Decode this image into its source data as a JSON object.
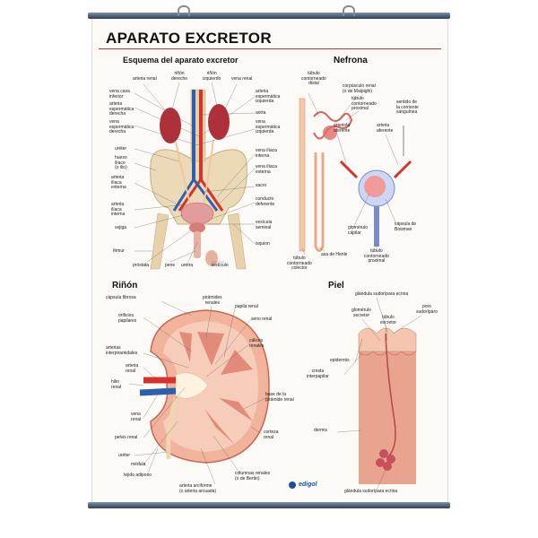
{
  "title": "APARATO EXCRETOR",
  "sections": {
    "esquema": {
      "heading": "Esquema del aparato excretor",
      "labels": {
        "arteria_renal": "arteria renal",
        "rinon_derecho": "riñón\nderecho",
        "rinon_izquierdo": "riñón\nizquierdo",
        "vena_renal": "vena renal",
        "vena_cava": "vena cava\ninferior",
        "arteria_esp_der": "arteria\nespermática\nderecha",
        "vena_esp_der": "vena\nespermática\nderecha",
        "arteria_esp_izq": "arteria\nespermática\nizquierda",
        "aorta": "aorta",
        "vena_esp_izq": "vena\nespermática\nizquierda",
        "ureter": "uréter",
        "hueso_iliaco": "hueso\nilíaco\n(o ilio)",
        "vena_iliaca_interna": "vena ilíaca\ninterna",
        "vena_iliaca_externa": "vena ilíaca\nexterna",
        "arteria_iliaca_externa": "arteria\nilíaca\nexterna",
        "sacro": "sacro",
        "arteria_iliaca_interna": "arteria\nilíaca\ninterna",
        "conducto_deferente": "conducto\ndeferente",
        "vejiga": "vejiga",
        "vesicula_seminal": "vesícula\nseminal",
        "femur": "fémur",
        "isquion": "isquion",
        "prostata": "próstata",
        "pene": "pene",
        "uretra": "uretra",
        "testiculo": "testículo"
      }
    },
    "nefrona": {
      "heading": "Nefrona",
      "labels": {
        "tubulo_distal": "túbulo\ncontorneado\ndistal",
        "corpusculo": "corpúsculo renal\n(o de Malpighi)",
        "tubulo_proximal": "túbulo\ncontorneado\nproximal",
        "arteriola_aferente": "arteriola\naferente",
        "arteriola_eferente": "arteria\naferente",
        "sentido": "sentido de\nla corriente\nsanguínea",
        "glomerulo": "glomérulo\ncapilar",
        "capsula_bowman": "cápsula de\nBowman",
        "asa_henle": "asa de Henle",
        "tubulo_colector": "túbulo\ncontorneado\ncolector",
        "tubulo_proximal_2": "túbulo\ncontorneado\nproximal"
      }
    },
    "rinon": {
      "heading": "Riñón",
      "labels": {
        "capsula_fibrosa": "cápsula fibrosa",
        "piramides": "pirámides\nrenales",
        "papila": "papila renal",
        "orificios": "orificios\npapilares",
        "seno": "seno renal",
        "caliz": "cálices\nrenales",
        "arterias_inter": "arterias\ninterpiramidales",
        "arteria_renal": "arteria\nrenal",
        "hilio": "hilio\nrenal",
        "base_piramide": "base de la\npirámide renal",
        "vena_renal": "vena\nrenal",
        "pelvis": "pelvis renal",
        "corteza": "corteza\nrenal",
        "ureter": "uréter",
        "medula": "médula",
        "tejido": "tejido adiposo",
        "columnas": "columnas renales\n(o de Bertin)",
        "arteria_arciforme": "arteria arciforme\n(o arteria arcuada)"
      }
    },
    "piel": {
      "heading": "Piel",
      "labels": {
        "glandula_top": "glándula sudorípara ecrina",
        "glomerulo": "glomérulo\nsecretor",
        "tubulo": "túbulo\nexcretor",
        "poro": "poro\nsudoríparo",
        "epidermis": "epidermis",
        "cresta": "cresta\ninterpapilar",
        "dermis": "dermis",
        "glandula_bottom": "glándula sudorípara ecrina"
      }
    }
  },
  "brand": "edigol",
  "colors": {
    "kidney": "#b0303a",
    "artery": "#d8322e",
    "vein": "#2c5fb0",
    "bone": "#ecd9b7",
    "skin": "#e9a48f",
    "kidney_pink": "#f1b39c"
  }
}
